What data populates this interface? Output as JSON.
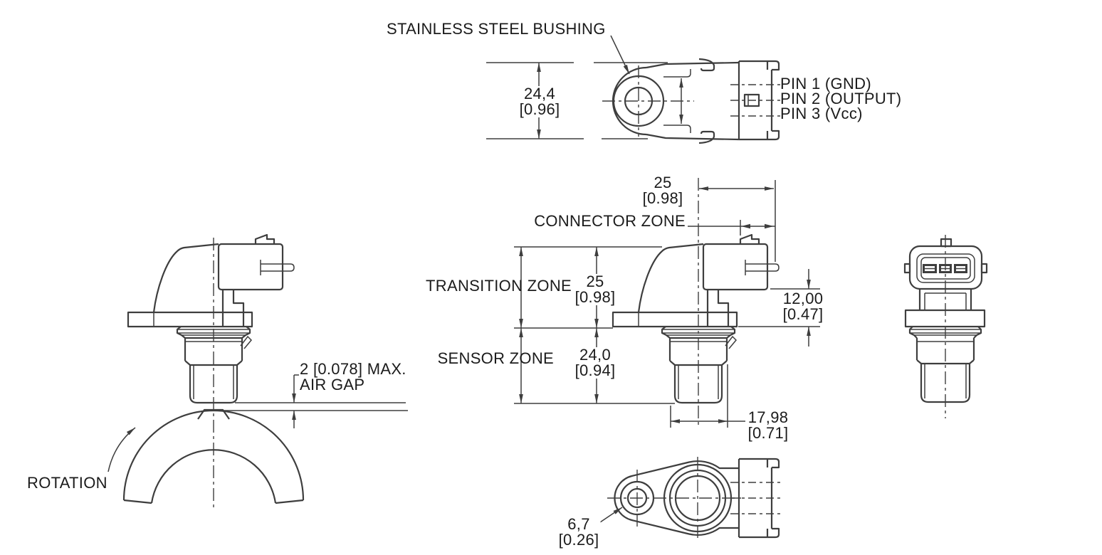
{
  "colors": {
    "line_color": "#3e3e3e",
    "text_color": "#1b1b1b",
    "background": "#ffffff"
  },
  "top_view": {
    "bushing_callout": "STAINLESS STEEL BUSHING",
    "height_dim": {
      "mm": "24,4",
      "inch": "[0.96]"
    },
    "pins": {
      "pin1": "PIN 1 (GND)",
      "pin2": "PIN 2 (OUTPUT)",
      "pin3": "PIN 3 (Vcc)"
    }
  },
  "center_view": {
    "zone_labels": {
      "connector_zone": "CONNECTOR ZONE",
      "transition_zone": "TRANSITION ZONE",
      "sensor_zone": "SENSOR ZONE"
    },
    "connector_zone_width": {
      "mm": "25",
      "inch": "[0.98]"
    },
    "transition_zone_height": {
      "mm": "25",
      "inch": "[0.98]"
    },
    "sensor_zone_height": {
      "mm": "24,0",
      "inch": "[0.94]"
    },
    "connector_height": {
      "mm": "12,00",
      "inch": "[0.47]"
    },
    "tip_diameter": {
      "mm": "17,98",
      "inch": "[0.71]"
    }
  },
  "side_view": {
    "air_gap_value": "2 [0.078] MAX.",
    "air_gap_label": "AIR GAP",
    "rotation_label": "ROTATION"
  },
  "bottom_view": {
    "bushing_hole_dim": {
      "mm": "6,7",
      "inch": "[0.26]"
    }
  }
}
